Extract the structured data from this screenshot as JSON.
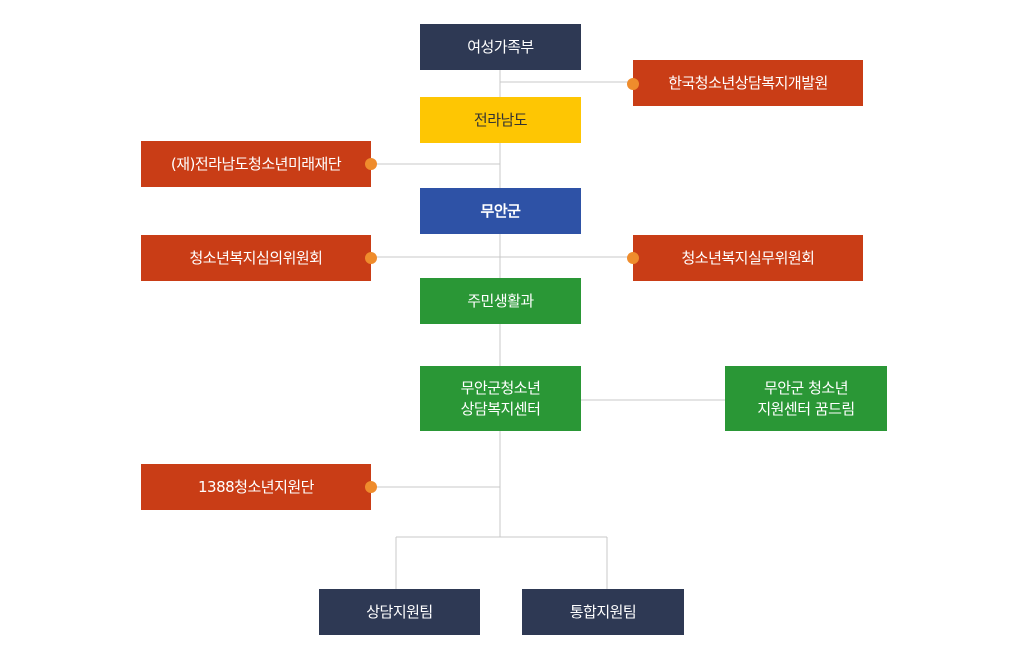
{
  "nodes": {
    "ministry": "여성가족부",
    "kyci": "한국청소년상담복지개발원",
    "province": "전라남도",
    "foundation": "(재)전라남도청소년미래재단",
    "county": "무안군",
    "welfare_committee": "청소년복지심의위원회",
    "welfare_practice_committee": "청소년복지실무위원회",
    "resident_life_dept": "주민생활과",
    "counseling_center": "무안군청소년\n상담복지센터",
    "dreamdrim_center": "무안군 청소년\n지원센터 꿈드림",
    "support_group_1388": "1388청소년지원단",
    "counseling_team": "상담지원팀",
    "integration_team": "통합지원팀"
  },
  "colors": {
    "navy": "#2e3954",
    "yellow": "#fec603",
    "blue": "#2e52a6",
    "green": "#2a9736",
    "red": "#c93d16",
    "connector_dot": "#ef8c2c",
    "line": "#c8c8c8"
  }
}
